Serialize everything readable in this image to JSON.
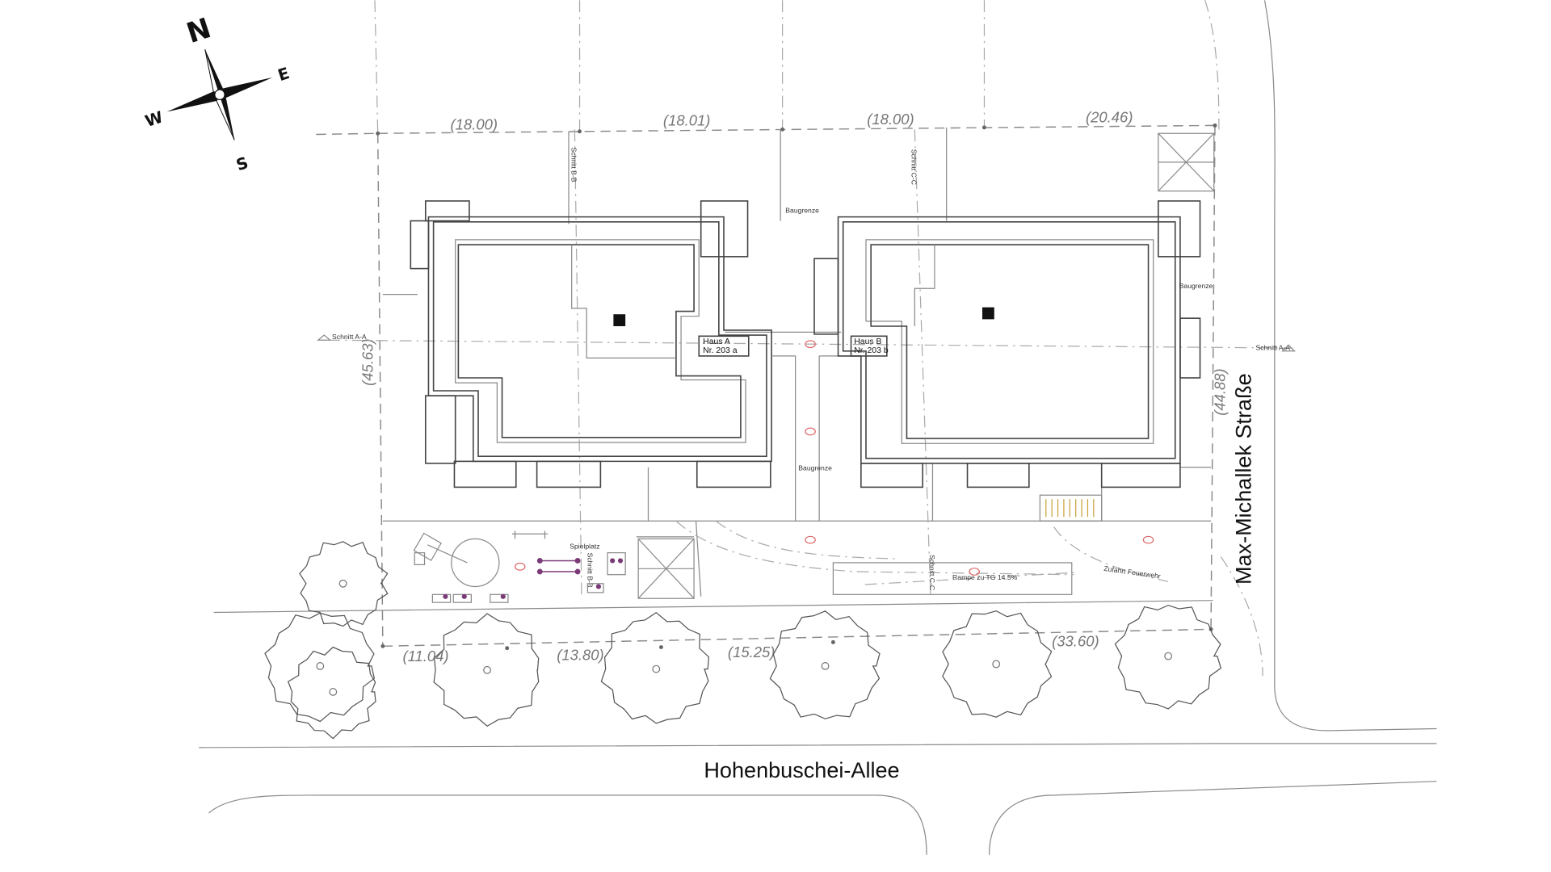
{
  "compass": {
    "north": "N",
    "east": "E",
    "south": "S",
    "west": "W"
  },
  "streets": {
    "south": "Hohenbuschei-Allee",
    "east": "Max-Michallek Straße"
  },
  "dimensions": {
    "top": [
      "(18.00)",
      "(18.01)",
      "(18.00)",
      "(20.46)"
    ],
    "bottom": [
      "(11.04)",
      "(13.80)",
      "(15.25)",
      "(33.60)"
    ],
    "left": "(45.63)",
    "right": "(44.88)"
  },
  "houses": {
    "a": {
      "line1": "Haus A",
      "line2": "Nr. 203 a"
    },
    "b": {
      "line1": "Haus B",
      "line2": "Nr. 203 b"
    }
  },
  "labels": {
    "baugrenze": "Baugrenze",
    "section_a": "Schnitt A-A",
    "section_b": "Schnitt B-B",
    "section_c": "Schnitt C-C",
    "playground": "Spielplatz",
    "ramp": "Rampe zu TG 14.5%",
    "fire_access": "Zufahrt Feuerwehr"
  },
  "colors": {
    "line": "#8a8a8a",
    "building": "#444444",
    "marker": "#dd6666",
    "play": "#7a3a78"
  }
}
